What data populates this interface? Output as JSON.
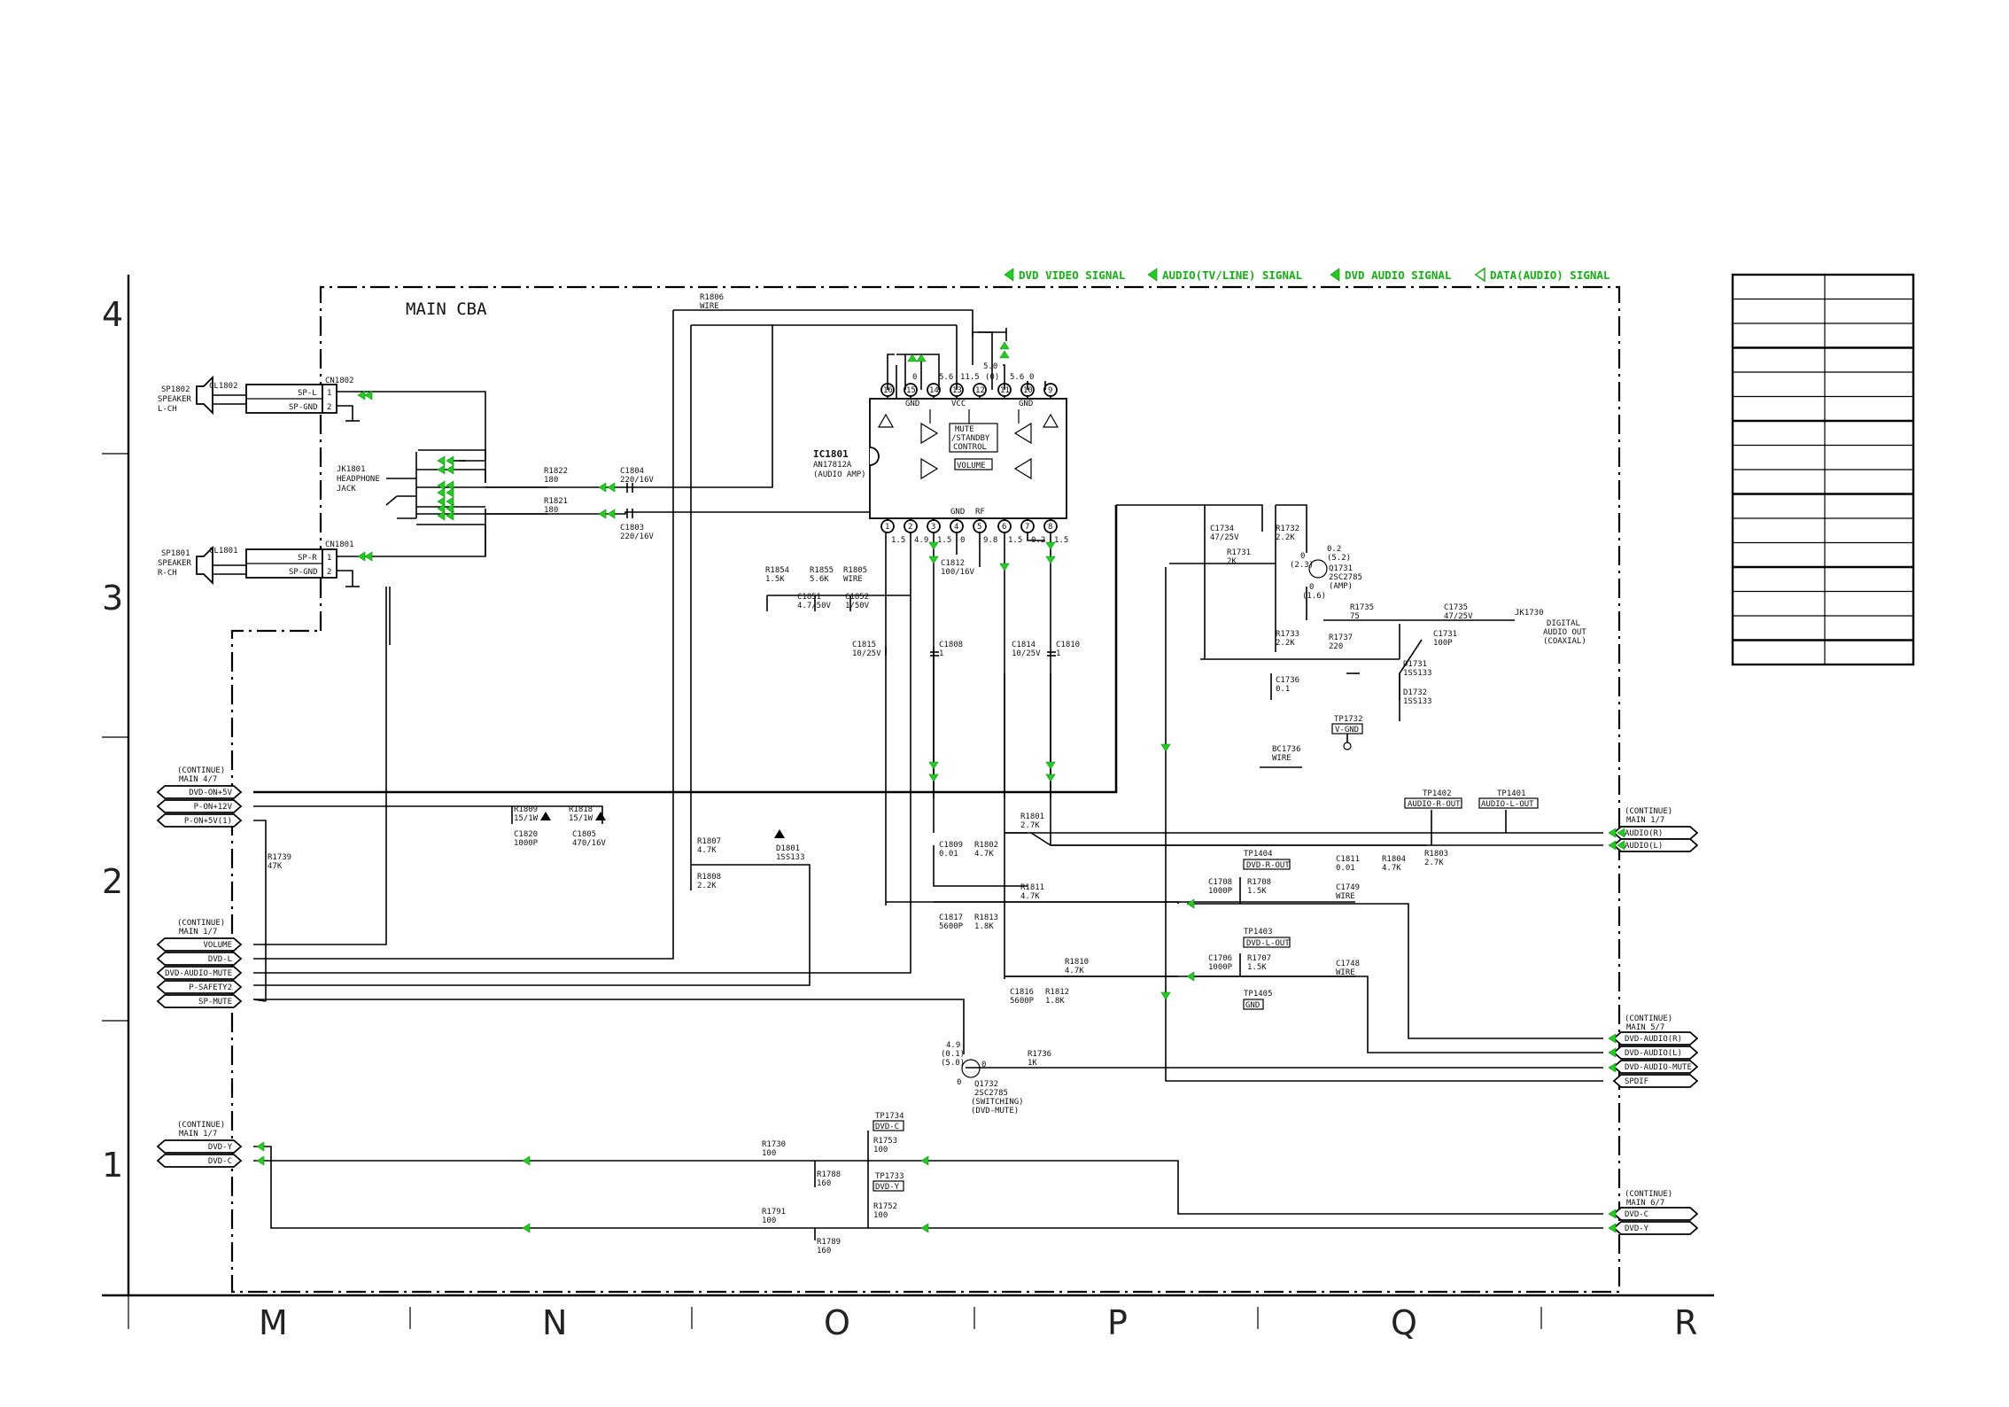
{
  "title": "MAIN CBA",
  "legend": [
    {
      "label": "DVD VIDEO SIGNAL"
    },
    {
      "label": "AUDIO(TV/LINE) SIGNAL"
    },
    {
      "label": "DVD AUDIO SIGNAL"
    },
    {
      "label": "DATA(AUDIO) SIGNAL"
    }
  ],
  "grid": {
    "rows": [
      "4",
      "3",
      "2",
      "1"
    ],
    "cols": [
      "M",
      "N",
      "O",
      "P",
      "Q",
      "R"
    ]
  },
  "speakers": {
    "left": {
      "ref": "SP1802",
      "desc1": "SPEAKER",
      "desc2": "L-CH",
      "cl": "CL1802",
      "cn": "CN1802",
      "pin1": "SP-L",
      "pin2": "SP-GND",
      "n1": "1",
      "n2": "2"
    },
    "right": {
      "ref": "SP1801",
      "desc1": "SPEAKER",
      "desc2": "R-CH",
      "cl": "CL1801",
      "cn": "CN1801",
      "pin1": "SP-R",
      "pin2": "SP-GND",
      "n1": "1",
      "n2": "2"
    }
  },
  "jack_hp": {
    "ref": "JK1801",
    "l1": "HEADPHONE",
    "l2": "JACK"
  },
  "ic": {
    "ref": "IC1801",
    "part": "AN17812A",
    "desc": "(AUDIO AMP)",
    "gnd_top": "GND",
    "vcc": "VCC",
    "gnd_top2": "GND",
    "mute1": "MUTE",
    "mute2": "/STANDBY",
    "mute3": "CONTROL",
    "volume": "VOLUME",
    "gnd_bot": "GND",
    "rf": "RF",
    "top_pins": [
      "16",
      "15",
      "14",
      "13",
      "12",
      "11",
      "10",
      "9"
    ],
    "bot_pins": [
      "1",
      "2",
      "3",
      "4",
      "5",
      "6",
      "7",
      "8"
    ],
    "top_v": [
      "0",
      "5.6",
      "11.5",
      "5.0",
      "(0)",
      "5.6",
      "0"
    ],
    "bot_v": [
      "1.5",
      "4.9",
      "1.5",
      "0",
      "9.8",
      "1.5",
      "0.2",
      "1.5"
    ]
  },
  "parts": {
    "r1806": {
      "ref": "R1806",
      "val": "WIRE"
    },
    "r1822": {
      "ref": "R1822",
      "val": "180"
    },
    "r1821": {
      "ref": "R1821",
      "val": "180"
    },
    "c1804": {
      "ref": "C1804",
      "val": "220/16V"
    },
    "c1803": {
      "ref": "C1803",
      "val": "220/16V"
    },
    "r1854": {
      "ref": "R1854",
      "val": "1.5K"
    },
    "r1855": {
      "ref": "R1855",
      "val": "5.6K"
    },
    "r1805": {
      "ref": "R1805",
      "val": "WIRE"
    },
    "c1851": {
      "ref": "C1851",
      "val": "4.7/50V"
    },
    "c1852": {
      "ref": "C1852",
      "val": "1/50V"
    },
    "c1812": {
      "ref": "C1812",
      "val": "100/16V"
    },
    "c1815": {
      "ref": "C1815",
      "val": "10/25V"
    },
    "c1808": {
      "ref": "C1808",
      "val": "1"
    },
    "c1814": {
      "ref": "C1814",
      "val": "10/25V"
    },
    "c1810": {
      "ref": "C1810",
      "val": "1"
    },
    "c1734": {
      "ref": "C1734",
      "val": "47/25V"
    },
    "r1732": {
      "ref": "R1732",
      "val": "2.2K"
    },
    "r1731": {
      "ref": "R1731",
      "val": "2K"
    },
    "q1731": {
      "ref": "Q1731",
      "val": "2SC2785",
      "desc": "(AMP)",
      "v1": "0.2",
      "v2": "(5.2)",
      "v3": "0",
      "v4": "(2.3)",
      "v5": "0",
      "v6": "(1.6)"
    },
    "r1735": {
      "ref": "R1735",
      "val": "75"
    },
    "c1735": {
      "ref": "C1735",
      "val": "47/25V"
    },
    "jk1730": {
      "ref": "JK1730",
      "l1": "DIGITAL",
      "l2": "AUDIO OUT",
      "l3": "(COAXIAL)"
    },
    "r1733": {
      "ref": "R1733",
      "val": "2.2K"
    },
    "r1737": {
      "ref": "R1737",
      "val": "220"
    },
    "c1731": {
      "ref": "C1731",
      "val": "100P"
    },
    "c1736": {
      "ref": "C1736",
      "val": "0.1"
    },
    "d1731": {
      "ref": "D1731",
      "val": "1SS133"
    },
    "d1732": {
      "ref": "D1732",
      "val": "1SS133"
    },
    "tp1732": {
      "ref": "TP1732",
      "val": "V-GND"
    },
    "bc1736": {
      "ref": "BC1736",
      "val": "WIRE"
    },
    "r1809": {
      "ref": "R1809",
      "val": "15/1W"
    },
    "r1818": {
      "ref": "R1818",
      "val": "15/1W"
    },
    "c1820": {
      "ref": "C1820",
      "val": "1000P"
    },
    "c1805": {
      "ref": "C1805",
      "val": "470/16V"
    },
    "r1739": {
      "ref": "R1739",
      "val": "47K"
    },
    "r1807": {
      "ref": "R1807",
      "val": "4.7K"
    },
    "r1808": {
      "ref": "R1808",
      "val": "2.2K"
    },
    "d1801": {
      "ref": "D1801",
      "val": "1SS133"
    },
    "r1801": {
      "ref": "R1801",
      "val": "2.7K"
    },
    "c1809": {
      "ref": "C1809",
      "val": "0.01"
    },
    "r1802": {
      "ref": "R1802",
      "val": "4.7K"
    },
    "r1811": {
      "ref": "R1811",
      "val": "4.7K"
    },
    "c1817": {
      "ref": "C1817",
      "val": "5600P"
    },
    "r1813": {
      "ref": "R1813",
      "val": "1.8K"
    },
    "r1810": {
      "ref": "R1810",
      "val": "4.7K"
    },
    "c1816": {
      "ref": "C1816",
      "val": "5600P"
    },
    "r1812": {
      "ref": "R1812",
      "val": "1.8K"
    },
    "tp1402": {
      "ref": "TP1402",
      "val": "AUDIO-R-OUT"
    },
    "tp1401": {
      "ref": "TP1401",
      "val": "AUDIO-L-OUT"
    },
    "tp1404": {
      "ref": "TP1404",
      "val": "DVD-R-OUT"
    },
    "c1811": {
      "ref": "C1811",
      "val": "0.01"
    },
    "r1804": {
      "ref": "R1804",
      "val": "4.7K"
    },
    "r1803": {
      "ref": "R1803",
      "val": "2.7K"
    },
    "c1708": {
      "ref": "C1708",
      "val": "1000P"
    },
    "r1708": {
      "ref": "R1708",
      "val": "1.5K"
    },
    "c1749": {
      "ref": "C1749",
      "val": "WIRE"
    },
    "tp1403": {
      "ref": "TP1403",
      "val": "DVD-L-OUT"
    },
    "c1706": {
      "ref": "C1706",
      "val": "1000P"
    },
    "r1707": {
      "ref": "R1707",
      "val": "1.5K"
    },
    "c1748": {
      "ref": "C1748",
      "val": "WIRE"
    },
    "tp1405": {
      "ref": "TP1405",
      "val": "GND"
    },
    "q1732": {
      "ref": "Q1732",
      "val": "2SC2785",
      "d1": "(SWITCHING)",
      "d2": "(DVD-MUTE)",
      "v1": "4.9",
      "v2": "(0.1)",
      "v3": "(5.0)",
      "v4": "0",
      "v5": "0"
    },
    "r1736": {
      "ref": "R1736",
      "val": "1K"
    },
    "tp1734": {
      "ref": "TP1734",
      "val": "DVD-C"
    },
    "r1753": {
      "ref": "R1753",
      "val": "100"
    },
    "r1730": {
      "ref": "R1730",
      "val": "100"
    },
    "r1788": {
      "ref": "R1788",
      "val": "160"
    },
    "tp1733": {
      "ref": "TP1733",
      "val": "DVD-Y"
    },
    "r1752": {
      "ref": "R1752",
      "val": "100"
    },
    "r1791": {
      "ref": "R1791",
      "val": "100"
    },
    "r1789": {
      "ref": "R1789",
      "val": "160"
    }
  },
  "connectors_left": {
    "g1": {
      "c1": "(CONTINUE)",
      "c2": "MAIN 4/7",
      "labels": [
        "DVD-ON+5V",
        "P-ON+12V",
        "P-ON+5V(1)"
      ]
    },
    "g2": {
      "c1": "(CONTINUE)",
      "c2": "MAIN 1/7",
      "labels": [
        "VOLUME",
        "DVD-L",
        "DVD-AUDIO-MUTE",
        "P-SAFETY2",
        "SP-MUTE"
      ]
    },
    "g3": {
      "c1": "(CONTINUE)",
      "c2": "MAIN 1/7",
      "labels": [
        "DVD-Y",
        "DVD-C"
      ]
    }
  },
  "connectors_right": {
    "g1": {
      "c1": "(CONTINUE)",
      "c2": "MAIN 1/7",
      "labels": [
        "AUDIO(R)",
        "AUDIO(L)"
      ]
    },
    "g2": {
      "c1": "(CONTINUE)",
      "c2": "MAIN 5/7",
      "labels": [
        "DVD-AUDIO(R)",
        "DVD-AUDIO(L)",
        "DVD-AUDIO-MUTE",
        "SPDIF"
      ]
    },
    "g3": {
      "c1": "(CONTINUE)",
      "c2": "MAIN 6/7",
      "labels": [
        "DVD-C",
        "DVD-Y"
      ]
    }
  },
  "side_table_rows": 16
}
